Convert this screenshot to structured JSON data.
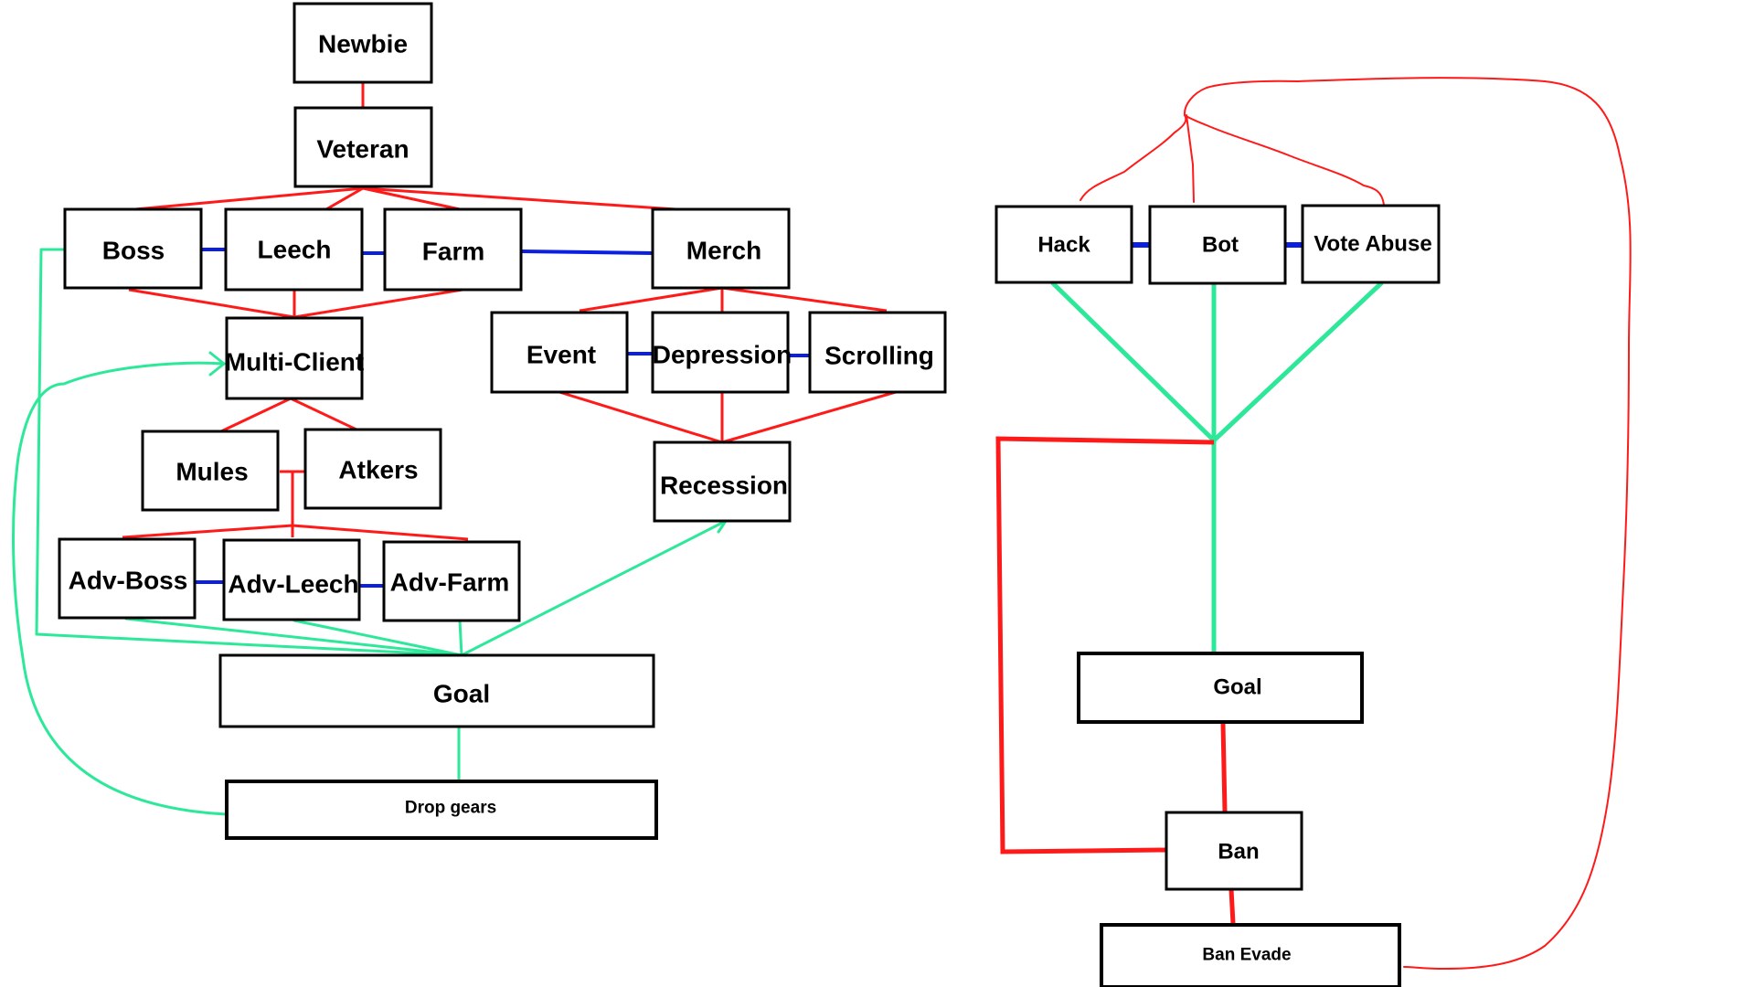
{
  "colors": {
    "hierarchy": "#ff1a1a",
    "sibling": "#0b1fe0",
    "goal_path": "#2ee89a",
    "box_border": "#000000",
    "background": "#ffffff"
  },
  "left_tree": {
    "newbie": "Newbie",
    "veteran": "Veteran",
    "boss": "Boss",
    "leech": "Leech",
    "farm": "Farm",
    "merch": "Merch",
    "multi_client": "Multi-Client",
    "event": "Event",
    "depression": "Depression",
    "scrolling": "Scrolling",
    "mules": "Mules",
    "atkers": "Atkers",
    "recession": "Recession",
    "adv_boss": "Adv-Boss",
    "adv_leech": "Adv-Leech",
    "adv_farm": "Adv-Farm",
    "goal": "Goal",
    "drop_gears": "Drop gears"
  },
  "right_tree": {
    "hack": "Hack",
    "bot": "Bot",
    "vote_abuse": "Vote Abuse",
    "goal": "Goal",
    "ban": "Ban",
    "ban_evade": "Ban Evade"
  }
}
